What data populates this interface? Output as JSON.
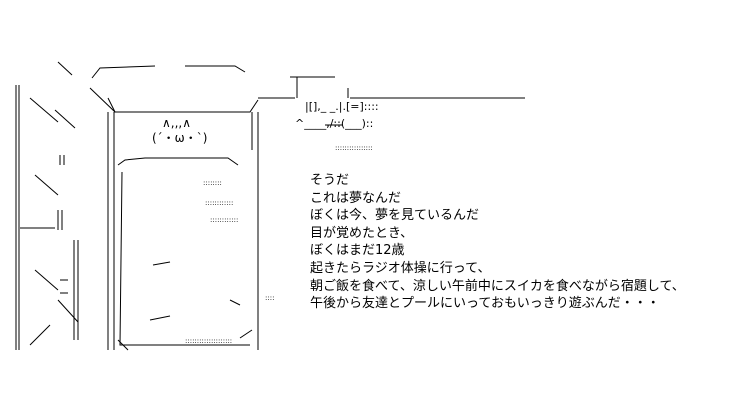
{
  "art": {
    "ears": "∧,,,∧",
    "face": "(´・ω・`)",
    "sign": "|[],_ _.|.[=]::::",
    "sign2": "^____,/::(___)::"
  },
  "dialogue": [
    "そうだ",
    "これは夢なんだ",
    "ぼくは今、夢を見ているんだ",
    "目が覚めたとき、",
    "ぼくはまだ12歳",
    "起きたらラジオ体操に行って、",
    "朝ご飯を食べて、涼しい午前中にスイカを食べながら宿題して、",
    "午後から友達とプールにいっておもいっきり遊ぶんだ・・・"
  ]
}
